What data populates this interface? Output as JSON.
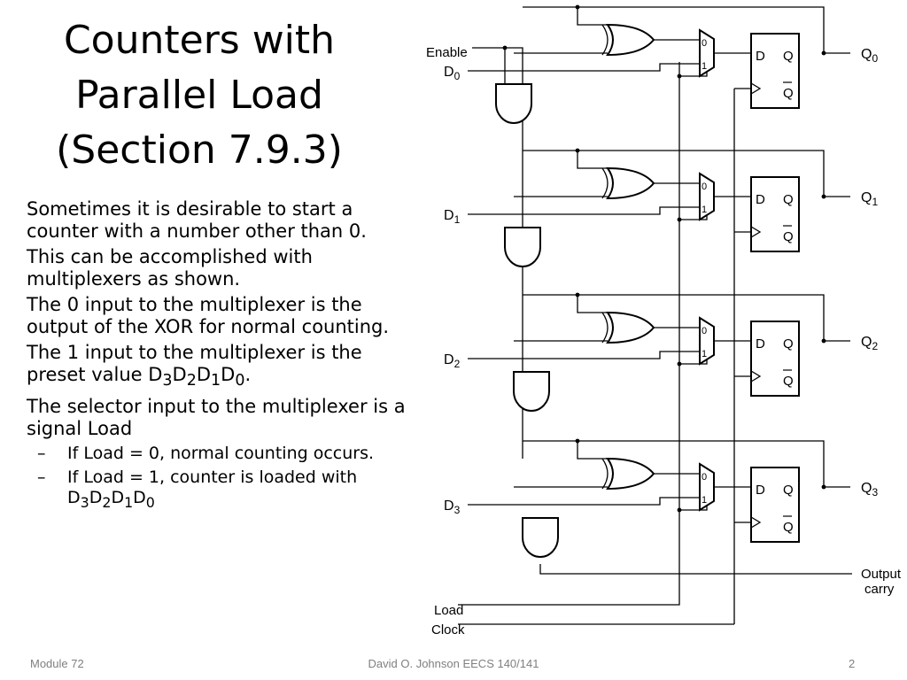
{
  "slide": {
    "title_line1": "Counters with",
    "title_line2": "Parallel Load",
    "title_line3": "(Section 7.9.3)",
    "paragraphs": [
      "Sometimes it is desirable to start a counter with a number other than 0.",
      "This can be accomplished with multiplexers as shown.",
      "The 0 input to the multiplexer is the output of the XOR for normal counting."
    ],
    "para4_prefix": "The 1 input to the multiplexer is the preset value ",
    "para4_suffix": ".",
    "para5": "The selector input to the multiplexer is a signal Load",
    "bullet1": "If Load = 0, normal counting occurs.",
    "bullet2_prefix": "If Load = 1, counter is loaded with",
    "dash": "–",
    "dvar": "D",
    "sub3": "3",
    "sub2": "2",
    "sub1": "1",
    "sub0": "0"
  },
  "footer": {
    "left": "Module 72",
    "center": "David O. Johnson EECS 140/141",
    "right": "2"
  },
  "diagram": {
    "enable_label": "Enable",
    "load_label": "Load",
    "clock_label": "Clock",
    "output_carry_line1": "Output",
    "output_carry_line2": "carry",
    "d_letter": "D",
    "q_letter": "Q",
    "ff_d": "D",
    "ff_q": "Q",
    "ff_qbar": "Q",
    "mux_in0": "0",
    "mux_in1": "1",
    "bits": [
      "0",
      "1",
      "2",
      "3"
    ]
  }
}
